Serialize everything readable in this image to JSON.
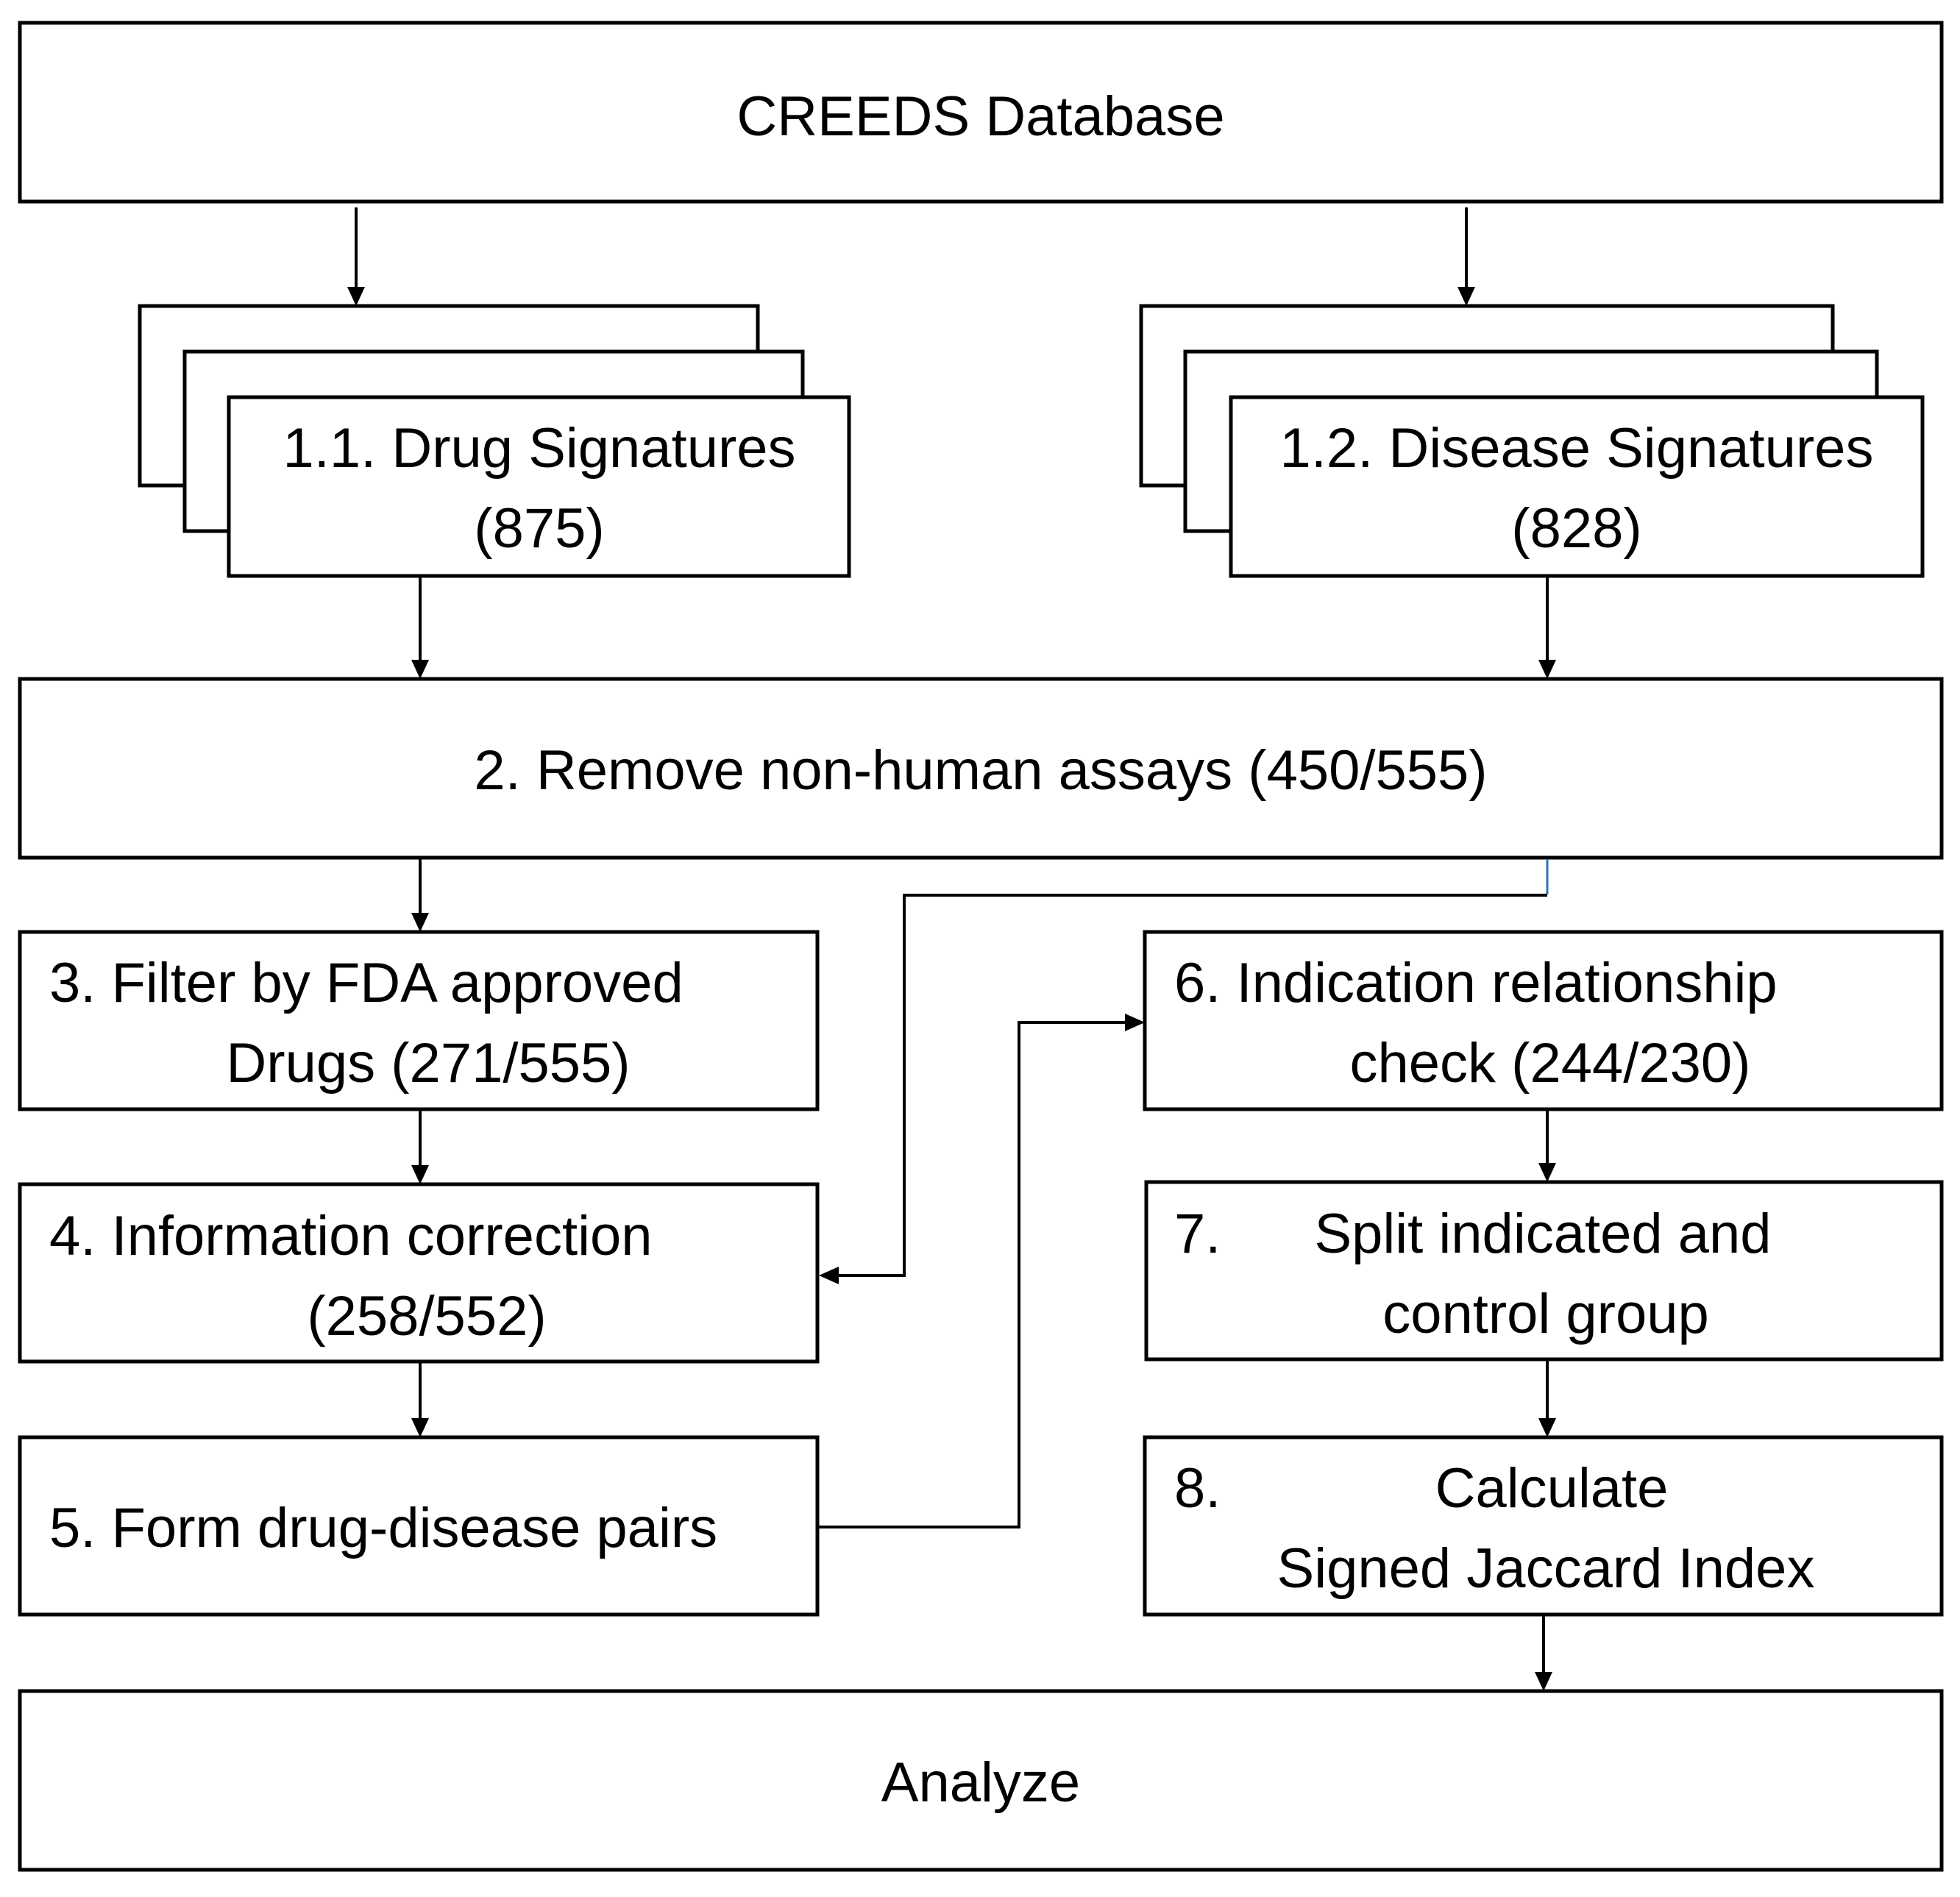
{
  "nodes": {
    "creeds": {
      "text": "CREEDS Database"
    },
    "drug_sigs": {
      "line1": "1.1. Drug Signatures",
      "line2": "(875)"
    },
    "disease_sigs": {
      "line1": "1.2. Disease Signatures",
      "line2": "(828)"
    },
    "step2": {
      "text": "2. Remove non-human assays (450/555)"
    },
    "step3": {
      "line1": "3. Filter by FDA approved",
      "line2": "Drugs (271/555)"
    },
    "step4": {
      "line1": "4. Information correction",
      "line2": "(258/552)"
    },
    "step5": {
      "text": "5. Form drug-disease pairs"
    },
    "step6": {
      "line1": "6. Indication relationship",
      "line2": "check (244/230)"
    },
    "step7": {
      "number": "7.",
      "line1": "Split indicated and",
      "line2": "control group"
    },
    "step8": {
      "number": "8.",
      "line1": "Calculate",
      "line2": "Signed Jaccard Index"
    },
    "analyze": {
      "text": "Analyze"
    }
  },
  "edges": [
    {
      "from": "CREEDS Database",
      "to": "1.1. Drug Signatures"
    },
    {
      "from": "CREEDS Database",
      "to": "1.2. Disease Signatures"
    },
    {
      "from": "1.1. Drug Signatures",
      "to": "2. Remove non-human assays"
    },
    {
      "from": "1.2. Disease Signatures",
      "to": "2. Remove non-human assays"
    },
    {
      "from": "2. Remove non-human assays",
      "to": "3. Filter by FDA approved Drugs"
    },
    {
      "from": "2. Remove non-human assays",
      "to": "4. Information correction"
    },
    {
      "from": "3. Filter by FDA approved Drugs",
      "to": "4. Information correction"
    },
    {
      "from": "4. Information correction",
      "to": "5. Form drug-disease pairs"
    },
    {
      "from": "5. Form drug-disease pairs",
      "to": "6. Indication relationship check"
    },
    {
      "from": "6. Indication relationship check",
      "to": "7. Split indicated and control group"
    },
    {
      "from": "7. Split indicated and control group",
      "to": "8. Calculate Signed Jaccard Index"
    },
    {
      "from": "8. Calculate Signed Jaccard Index",
      "to": "Analyze"
    }
  ]
}
